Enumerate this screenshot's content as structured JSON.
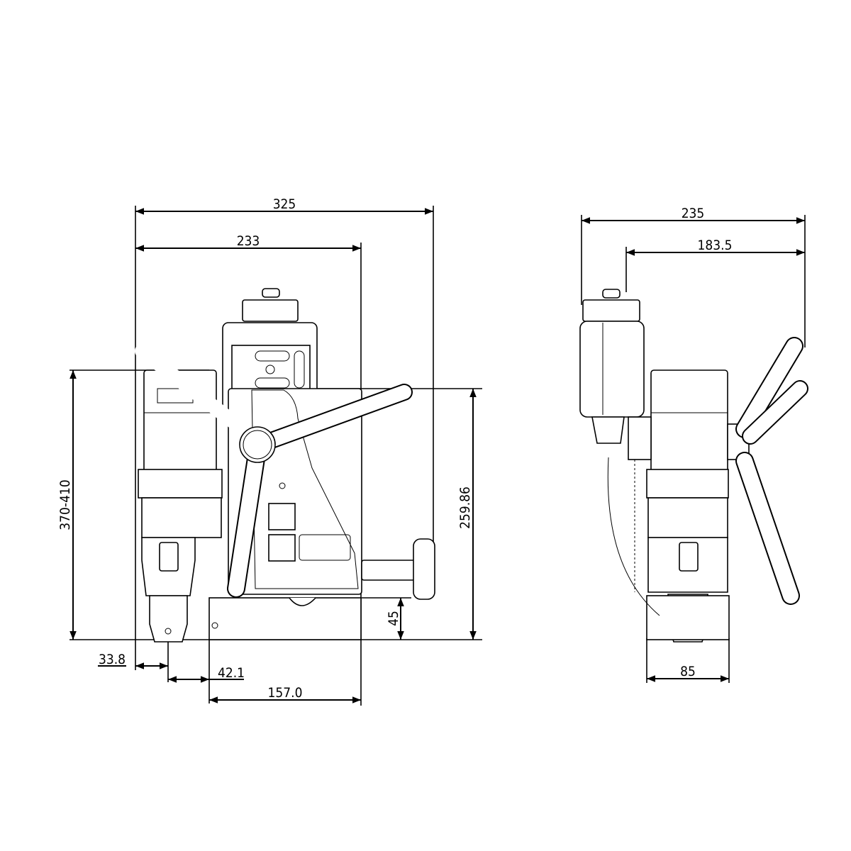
{
  "drawing": {
    "front_view": {
      "dimensions": {
        "overall_width": "325",
        "body_width": "233",
        "height_range": "370-410",
        "stroke_height": "259.86",
        "base_height": "45",
        "chuck_offset": "33.8",
        "chuck_to_base": "42.1",
        "base_length": "157.0"
      }
    },
    "side_view": {
      "dimensions": {
        "overall_depth": "235",
        "handle_depth": "183.5",
        "base_width": "85"
      }
    },
    "colors": {
      "line": "#000000",
      "background": "#ffffff"
    }
  }
}
